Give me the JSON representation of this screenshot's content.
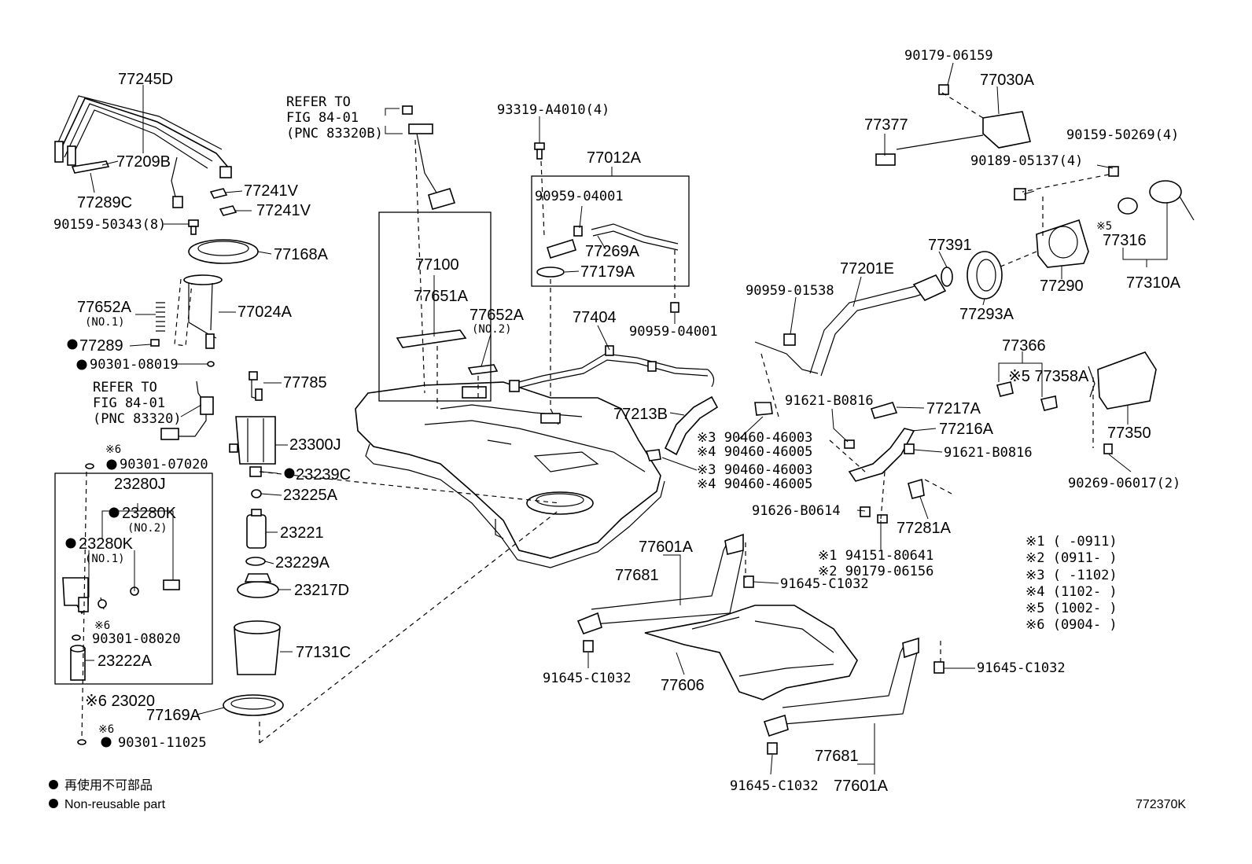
{
  "labels": {
    "p77245D": "77245D",
    "p77209B": "77209B",
    "p77289C": "77289C",
    "p77241V_a": "77241V",
    "p77241V_b": "77241V",
    "p90159_50343": "90159-50343(8)",
    "p77168A": "77168A",
    "p77652A_1": "77652A",
    "no1": "(NO.1)",
    "p77024A": "77024A",
    "p77289": "77289",
    "p90301_08019": "90301-08019",
    "p77785": "77785",
    "p23300J": "23300J",
    "ref1_a": "REFER TO",
    "ref1_b": "FIG 84-01",
    "ref1_c": "(PNC 83320)",
    "ref2_a": "REFER TO",
    "ref2_b": "FIG 84-01",
    "ref2_c": "(PNC 83320B)",
    "note6_a": "※6",
    "p90301_07020": "90301-07020",
    "p23239C": "23239C",
    "p23280J": "23280J",
    "p23280K_2": "23280K",
    "no2_b": "(NO.2)",
    "p23225A": "23225A",
    "p23280K_1": "23280K",
    "no1_b": "(NO.1)",
    "p23221": "23221",
    "p23229A": "23229A",
    "p23217D": "23217D",
    "note6_b": "※6",
    "p90301_08020": "90301-08020",
    "p77131C": "77131C",
    "p23222A": "23222A",
    "p23020": "※6 23020",
    "p77169A": "77169A",
    "note6_c": "※6",
    "p90301_11025": "90301-11025",
    "p93319": "93319-A4010(4)",
    "p77012A": "77012A",
    "p90959_04001_a": "90959-04001",
    "p77269A": "77269A",
    "p77179A": "77179A",
    "p77100": "77100",
    "p77651A": "77651A",
    "p77652A_2": "77652A",
    "no2": "(NO.2)",
    "p77404": "77404",
    "p90959_04001_b": "90959-04001",
    "p77213B": "77213B",
    "p90460_46003_a": "※3 90460-46003",
    "p90460_46005_a": "※4 90460-46005",
    "p90460_46003_b": "※3 90460-46003",
    "p90460_46005_b": "※4 90460-46005",
    "p90179_06159": "90179-06159",
    "p77030A": "77030A",
    "p77377": "77377",
    "p90159_50269": "90159-50269(4)",
    "p90189_05137": "90189-05137(4)",
    "note5": "※5",
    "p77316": "77316",
    "p77391": "77391",
    "p77201E": "77201E",
    "p90959_01538": "90959-01538",
    "p77293A": "77293A",
    "p77290": "77290",
    "p77310A": "77310A",
    "p77366": "77366",
    "p77358A": "※5 77358A",
    "p91621_B0816_a": "91621-B0816",
    "p77217A": "77217A",
    "p77216A": "77216A",
    "p91621_B0816_b": "91621-B0816",
    "p77350": "77350",
    "p90269_06017": "90269-06017(2)",
    "p91626_B0614": "91626-B0614",
    "p77281A": "77281A",
    "p94151": "※1 94151-80641",
    "p90179_06156": "※2 90179-06156",
    "p77601A_a": "77601A",
    "p77681_a": "77681",
    "p91645_C1032_a": "91645-C1032",
    "p91645_C1032_b": "91645-C1032",
    "p77606": "77606",
    "p91645_C1032_c": "91645-C1032",
    "p77681_b": "77681",
    "p91645_C1032_d": "91645-C1032",
    "p77601A_b": "77601A"
  },
  "notes": [
    "※1 (      -0911)",
    "※2 (0911-      )",
    "※3 (      -1102)",
    "※4 (1102-      )",
    "※5 (1002-      )",
    "※6 (0904-      )"
  ],
  "legend": {
    "jp": "再使用不可部品",
    "en": "Non-reusable part"
  },
  "figure_code": "772370K"
}
